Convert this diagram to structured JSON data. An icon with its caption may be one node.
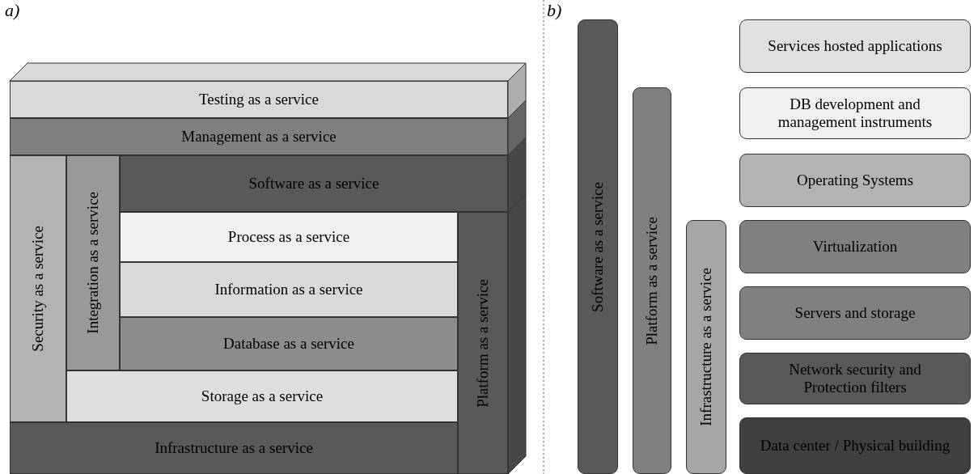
{
  "diagram": {
    "nodes": [
      {
        "text": [
          "Testing as a service"
        ]
      },
      {
        "text": [
          "Management as a service"
        ]
      },
      {
        "text": [
          "Security as a service"
        ]
      },
      {
        "text": [
          "Integration as a service"
        ]
      },
      {
        "text": [
          "Software as a service"
        ]
      },
      {
        "text": [
          "Process as a service"
        ]
      },
      {
        "text": [
          "Information as a service"
        ]
      },
      {
        "text": [
          "Database as a service"
        ]
      },
      {
        "text": [
          "Storage as a service"
        ]
      },
      {
        "text": [
          "Platform as a service"
        ]
      },
      {
        "text": [
          "Infrastructure as a service"
        ]
      },
      {
        "text": [
          "Software as a service"
        ]
      },
      {
        "text": [
          "Platform as a service"
        ]
      },
      {
        "text": [
          "Infrastructure as a service"
        ]
      },
      {
        "text": [
          "Services hosted applications"
        ]
      },
      {
        "text": [
          "DB development and management instruments"
        ]
      },
      {
        "text": [
          "Operating Systems"
        ]
      },
      {
        "text": [
          "Virtualization"
        ]
      },
      {
        "text": [
          "Servers and storage"
        ]
      },
      {
        "text": [
          "Network security and Protection filters"
        ]
      },
      {
        "text": [
          "Data center / Physical building"
        ]
      }
    ],
    "labels": [
      "a)",
      "b)"
    ]
  }
}
